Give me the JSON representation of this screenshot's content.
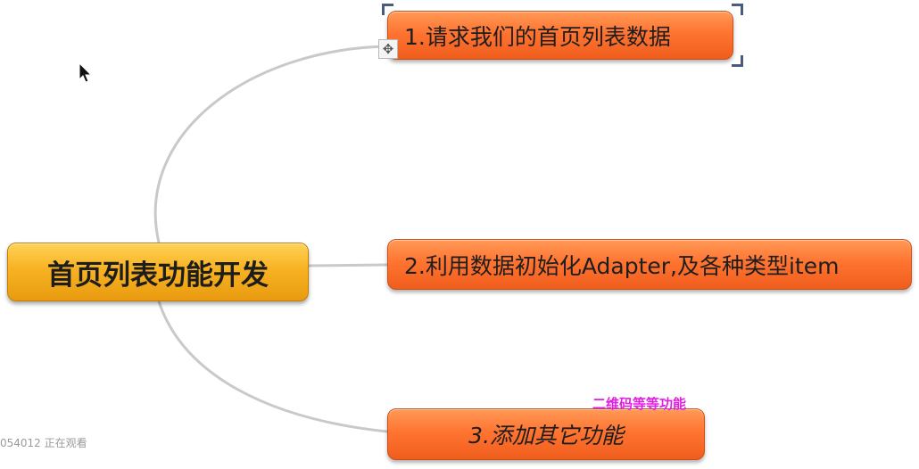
{
  "central_topic": "首页列表功能开发",
  "topics": [
    "1.请求我们的首页列表数据",
    "2.利用数据初始化Adapter,及各种类型item",
    "3.添加其它功能"
  ],
  "overlay_note": "二维码等等功能",
  "viewer_status": "054012 正在观看",
  "icons": {
    "move_handle": "move-arrows-icon",
    "cursor": "mouse-pointer-icon"
  },
  "colors": {
    "central_fill": "#f7b222",
    "topic_fill": "#ff7431",
    "connector": "#c9c9c9",
    "overlay_note": "#e21ee0"
  }
}
